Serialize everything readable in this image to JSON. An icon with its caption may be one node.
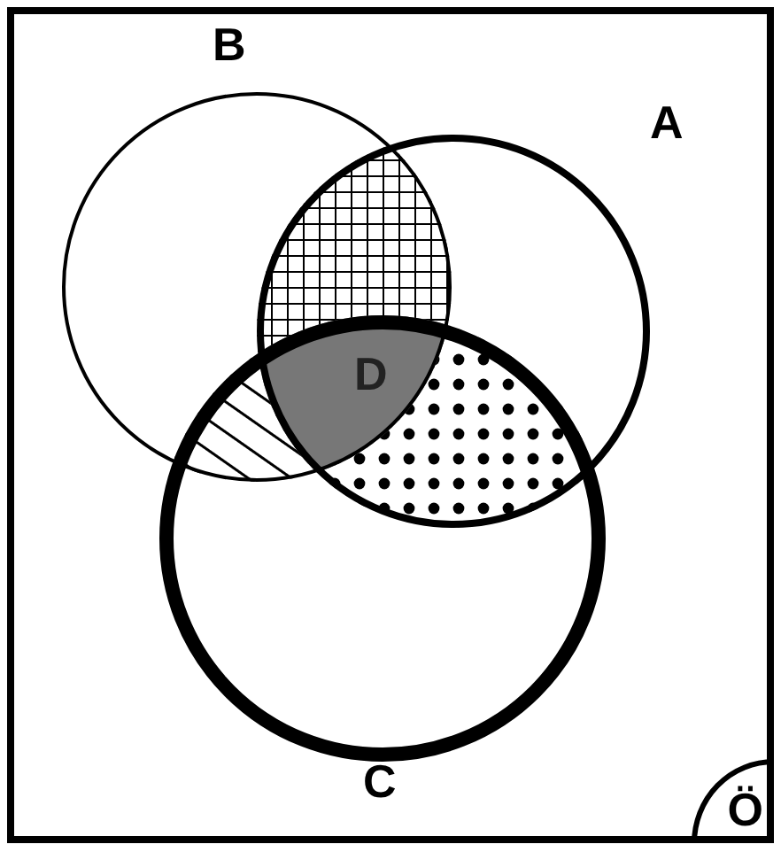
{
  "diagram": {
    "nodes": [
      {
        "text": [],
        "shape": "box"
      },
      {
        "text": [
          "B"
        ],
        "in": 0
      },
      {
        "text": [
          "A"
        ],
        "in": 0
      },
      {
        "text": [
          "C"
        ],
        "in": 0
      },
      {
        "text": [
          "Ö"
        ],
        "in": 0
      }
    ],
    "labels": [
      "D"
    ]
  }
}
